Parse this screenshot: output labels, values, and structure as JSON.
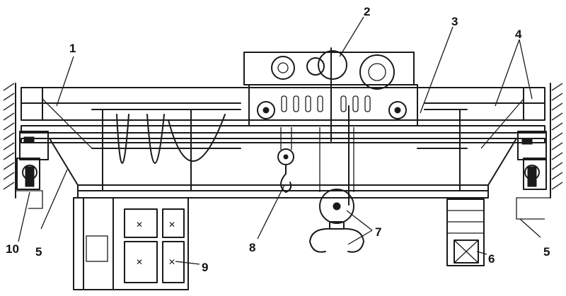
{
  "callouts": {
    "c1": "1",
    "c2": "2",
    "c3": "3",
    "c4": "4",
    "c5_left": "5",
    "c5_right": "5",
    "c6": "6",
    "c7": "7",
    "c8": "8",
    "c9": "9",
    "c10": "10"
  }
}
